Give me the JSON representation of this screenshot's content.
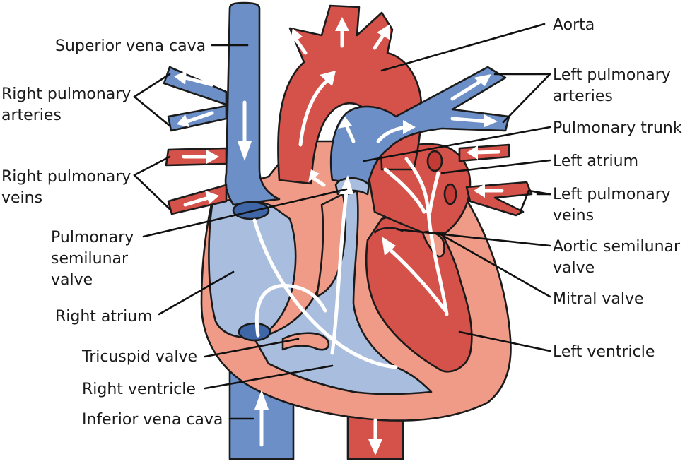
{
  "colors": {
    "deoxygenated": "#6b8fc6",
    "deoxygenated_light": "#a9bede",
    "oxygenated": "#d4524a",
    "myocardium": "#f09b87",
    "outline": "#1b1b1b",
    "flow_arrows": "#ffffff"
  },
  "labels": {
    "aorta": "Aorta",
    "superior_vena_cava": "Superior vena cava",
    "left_pulmonary_arteries": [
      "Left pulmonary",
      "arteries"
    ],
    "right_pulmonary_arteries": [
      "Right pulmonary",
      "arteries"
    ],
    "pulmonary_trunk": "Pulmonary trunk",
    "left_atrium": "Left atrium",
    "right_pulmonary_veins": [
      "Right pulmonary",
      "veins"
    ],
    "left_pulmonary_veins": [
      "Left pulmonary",
      "veins"
    ],
    "pulmonary_semilunar_valve": [
      "Pulmonary",
      "semilunar",
      "valve"
    ],
    "aortic_semilunar_valve": [
      "Aortic semilunar",
      "valve"
    ],
    "mitral_valve": "Mitral valve",
    "right_atrium": "Right atrium",
    "left_ventricle": "Left ventricle",
    "tricuspid_valve": "Tricuspid valve",
    "right_ventricle": "Right ventricle",
    "inferior_vena_cava": "Inferior vena cava"
  }
}
